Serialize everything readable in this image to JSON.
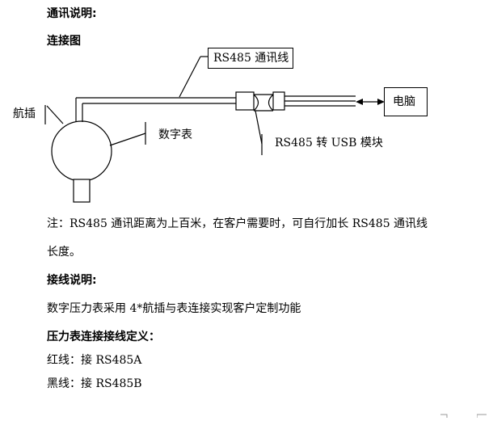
{
  "sections": {
    "comm_title": "通讯说明:",
    "diagram_title": "连接图",
    "note_line1": "注：RS485 通讯距离为上百米，在客户需要时，可自行加长 RS485 通讯线",
    "note_line2": "长度。",
    "wiring_title": "接线说明:",
    "wiring_desc": "数字压力表采用 4*航插与表连接实现客户定制功能",
    "definition_title": "压力表连接接线定义：",
    "red_line": "红线：接 RS485A",
    "black_line": "黑线：接 RS485B"
  },
  "diagram": {
    "cable_label": "RS485 通讯线",
    "computer_label": "电脑",
    "connector_label": "航插",
    "gauge_label": "数字表",
    "converter_label": "RS485 转 USB 模块"
  }
}
